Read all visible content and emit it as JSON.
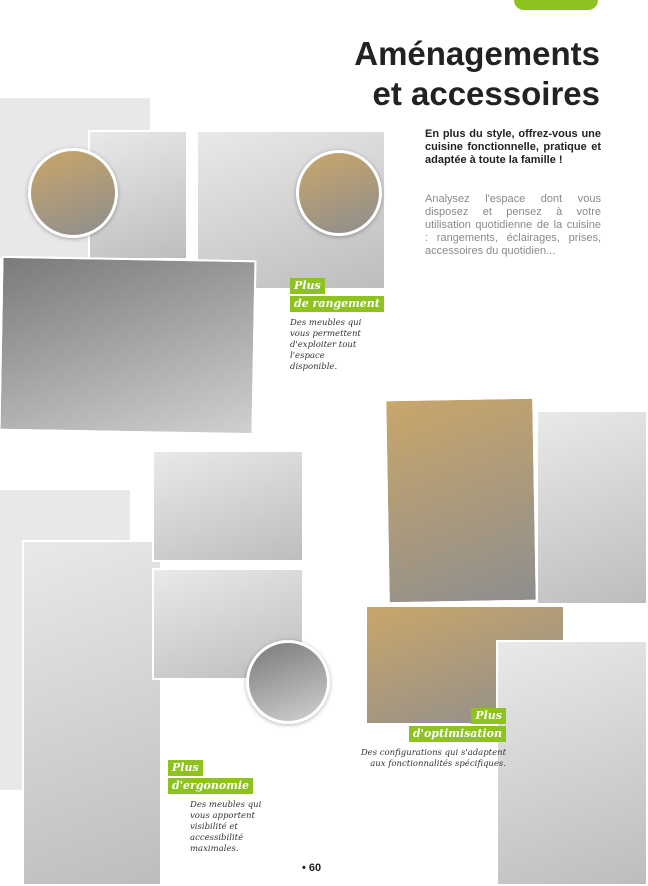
{
  "header": {
    "title_line1": "Aménagements",
    "title_line2": "et accessoires"
  },
  "intro": {
    "lead": "En plus du style, offrez-vous une cuisine fonctionnelle, pratique et adaptée à toute la famille !",
    "body": "Analysez l'espace dont vous disposez et pensez à votre utilisation quotidienne de la cuisine : rangements, éclairages, prises, accessoires du quotidien..."
  },
  "callouts": [
    {
      "tag1": "Plus",
      "tag2": "de rangement",
      "caption": "Des meubles qui vous permettent d'exploiter tout l'espace disponible."
    },
    {
      "tag1": "Plus",
      "tag2": "d'ergonomie",
      "caption": "Des meubles qui vous apportent visibilité et accessibilité maximales."
    },
    {
      "tag1": "Plus",
      "tag2": "d'optimisation",
      "caption": "Des configurations qui s'adaptent aux fonctionnalités spécifiques."
    }
  ],
  "colors": {
    "accent": "#8dc21f"
  },
  "footer": {
    "page": "• 60"
  }
}
